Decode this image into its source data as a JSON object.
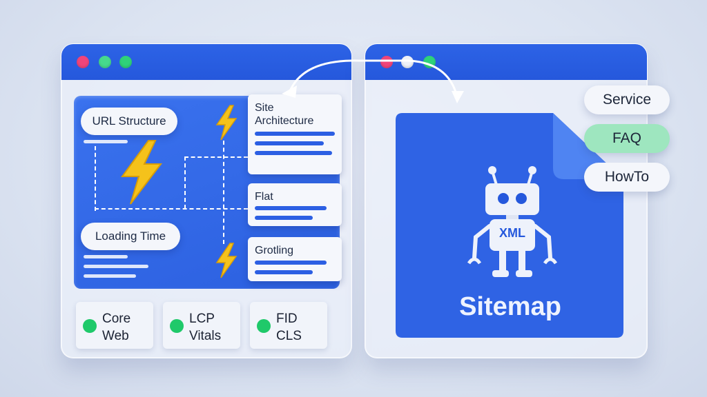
{
  "left_window": {
    "pills": {
      "url_structure": "URL Structure",
      "loading_time": "Loading Time"
    },
    "cards": {
      "site_architecture": "Site Architecture",
      "flat": "Flat",
      "grotling": "Grotling"
    },
    "metrics": [
      {
        "line1": "Core",
        "line2": "Web"
      },
      {
        "line1": "LCP",
        "line2": "Vitals"
      },
      {
        "line1": "FID",
        "line2": "CLS"
      }
    ]
  },
  "right_window": {
    "robot_label": "XML",
    "file_label": "Sitemap",
    "tags": [
      "Service",
      "FAQ",
      "HowTo"
    ]
  },
  "colors": {
    "accent_blue": "#2558dc",
    "dot_red": "#f0457a",
    "dot_green": "#2fd27a",
    "status_green": "#1fc96a",
    "bolt_yellow": "#f5c21b",
    "faq_highlight": "#9ee6bf"
  },
  "icons": [
    "lightning-icon",
    "robot-icon",
    "curved-arrow-icon",
    "file-icon"
  ]
}
